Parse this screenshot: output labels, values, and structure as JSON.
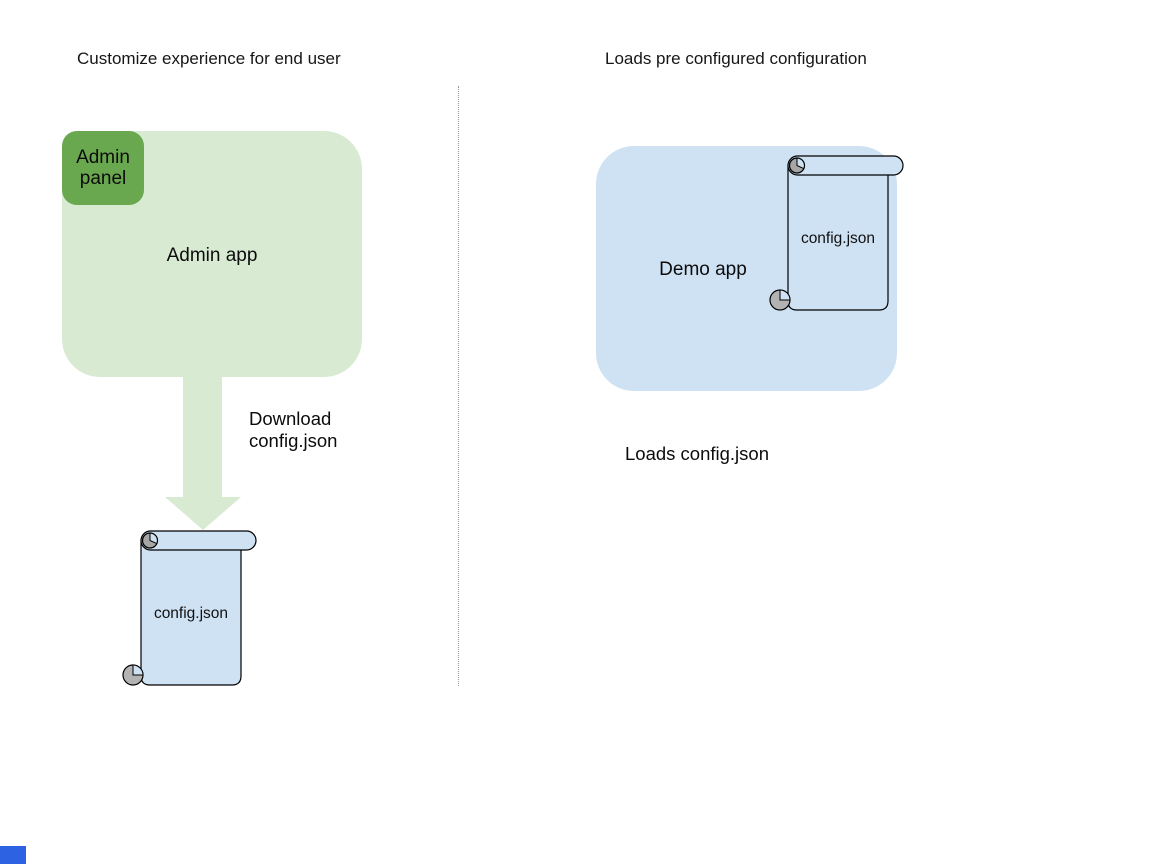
{
  "diagram": {
    "left": {
      "title": "Customize experience for end user",
      "admin_app_label": "Admin app",
      "admin_panel_label": "Admin panel",
      "arrow_label_line1": "Download",
      "arrow_label_line2": "config.json",
      "scroll_label": "config.json"
    },
    "right": {
      "title": "Loads pre configured configuration",
      "demo_app_label": "Demo app",
      "scroll_label": "config.json",
      "caption": "Loads config.json"
    },
    "colors": {
      "light_green_fill": "#d9ead3",
      "dark_green_fill": "#6aa84f",
      "light_blue_fill": "#cfe2f3",
      "scroll_outline": "#000000",
      "curl_gray_top": "#a6a6a6",
      "curl_gray_bottom": "#b3b3b3",
      "divider_gray": "#999999",
      "corner_square_blue": "#2d63e2",
      "text_color": "#111111"
    }
  }
}
